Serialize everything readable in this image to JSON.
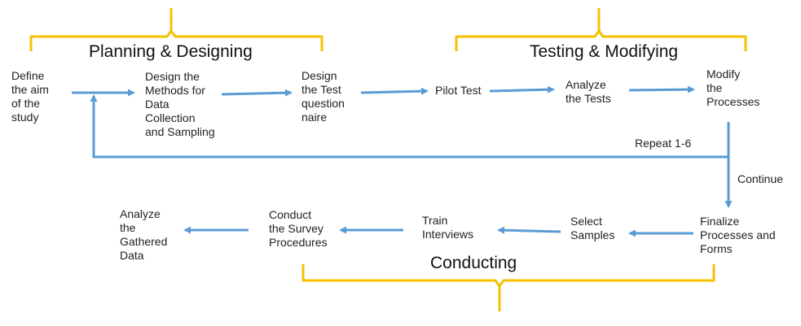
{
  "colors": {
    "arrow": "#5b9bd5",
    "bracket": "#f5c000",
    "text": "#222222"
  },
  "groups": {
    "planning": "Planning & Designing",
    "testing": "Testing & Modifying",
    "conducting": "Conducting"
  },
  "nodes": {
    "define_aim": "Define\nthe aim\nof the\nstudy",
    "design_methods": "Design the\nMethods for\nData\nCollection\nand Sampling",
    "design_test": "Design\nthe Test\nquestion\nnaire",
    "pilot_test": "Pilot Test",
    "analyze_tests": "Analyze\nthe Tests",
    "modify_processes": "Modify\nthe\nProcesses",
    "finalize": "Finalize\nProcesses and\nForms",
    "select_samples": "Select\nSamples",
    "train_interviews": "Train\nInterviews",
    "conduct_survey": "Conduct\nthe Survey\nProcedures",
    "analyze_data": "Analyze\nthe\nGathered\nData"
  },
  "edge_labels": {
    "repeat": "Repeat 1-6",
    "continue": "Continue"
  }
}
